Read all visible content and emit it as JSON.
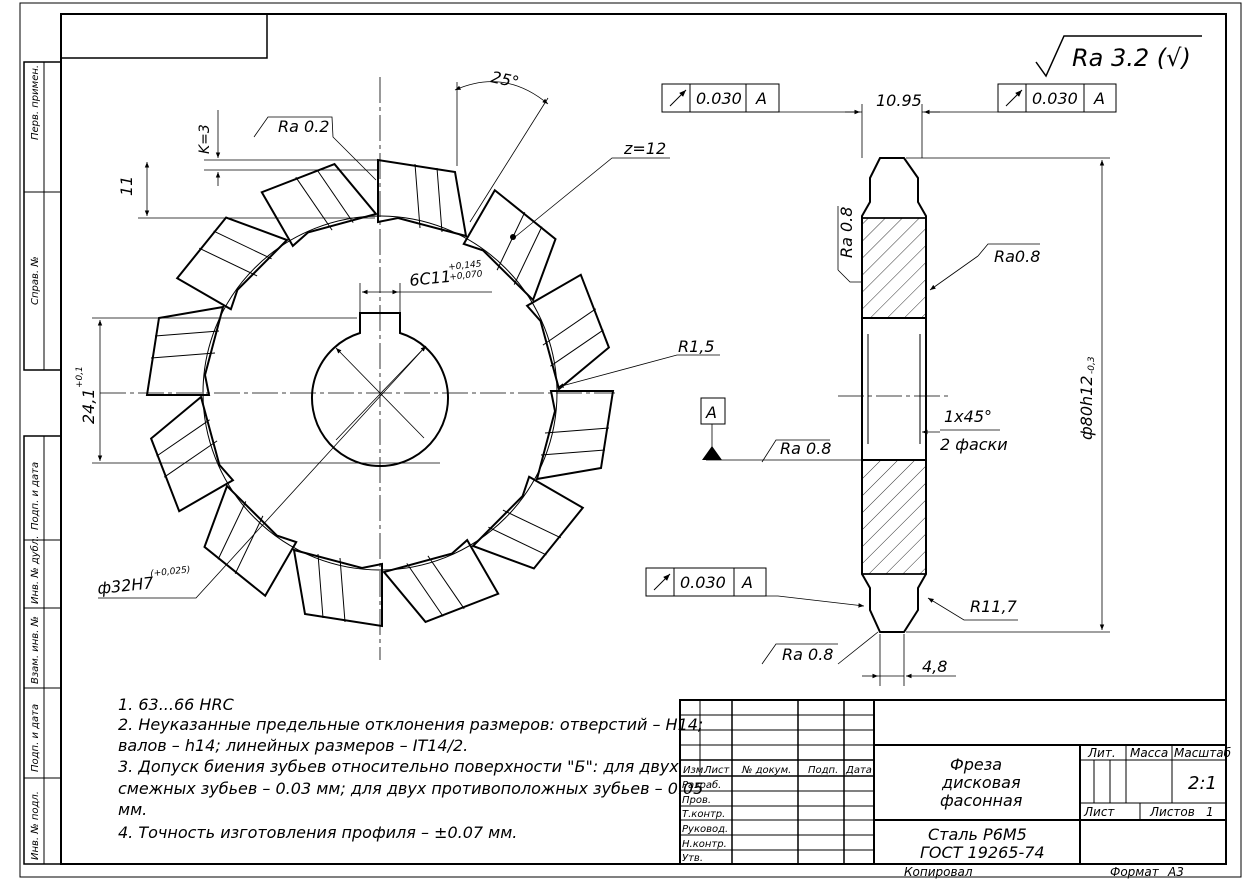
{
  "side_stamps": [
    "Перв. примен.",
    "Справ. №",
    "Подп. и дата",
    "Инв. № дубл.",
    "Взам. инв. №",
    "Подп. и дата",
    "Инв. № подл."
  ],
  "roughness_general": "Ra 3.2 (√)",
  "angle_label": "25°",
  "k_label": "K=3",
  "ra_top": "Ra 0.2",
  "height_11": "11",
  "z_label": "z=12",
  "keyway": {
    "base": "6С11",
    "up": "+0,145",
    "low": "+0,070"
  },
  "r15": "R1,5",
  "dim_241": {
    "base": "24,1",
    "tol": "+0,1"
  },
  "bore": {
    "base": "ф32H7",
    "tol": "(+0,025)"
  },
  "tol_frame": {
    "value": "0.030",
    "datum": "A"
  },
  "width_1095": "10.95",
  "ra_side": "Ra 0.8",
  "ra_08b": "Ra0.8",
  "datum_a": "A",
  "chamfer": "1x45°",
  "chamfer_note": "2 фаски",
  "dia80": {
    "base": "ф80h12",
    "tol": "-0,3"
  },
  "r117": "R11,7",
  "dim_48": "4,8",
  "notes": [
    "1. 63...66 HRC",
    "2. Неуказанные предельные отклонения размеров: отверстий – H14;",
    "валов – h14; линейных размеров – IT14/2.",
    "3. Допуск биения зубьев относительно поверхности \"Б\": для двух",
    "смежных зубьев – 0.03 мм; для двух противоположных зубьев – 0.05",
    "мм.",
    "4. Точность изготовления профиля – ±0.07 мм."
  ],
  "title_block": {
    "hdr_izm": "Изм.",
    "hdr_list": "Лист",
    "hdr_doc": "№ докум.",
    "hdr_podp": "Подп.",
    "hdr_data": "Дата",
    "roles": [
      "Разраб.",
      "Пров.",
      "Т.контр.",
      "Руковод.",
      "Н.контр.",
      "Утв."
    ],
    "name_lines": [
      "Фреза",
      "дисковая",
      "фасонная"
    ],
    "material_lines": [
      "Сталь Р6М5",
      "ГОСТ 19265-74"
    ],
    "lit": "Лит.",
    "mass": "Масса",
    "scale_hdr": "Масштаб",
    "scale_value": "2:1",
    "sheet": "Лист",
    "sheets": "Листов",
    "sheets_count": "1",
    "copied": "Копировал",
    "format": "Формат",
    "format_value": "А3"
  }
}
